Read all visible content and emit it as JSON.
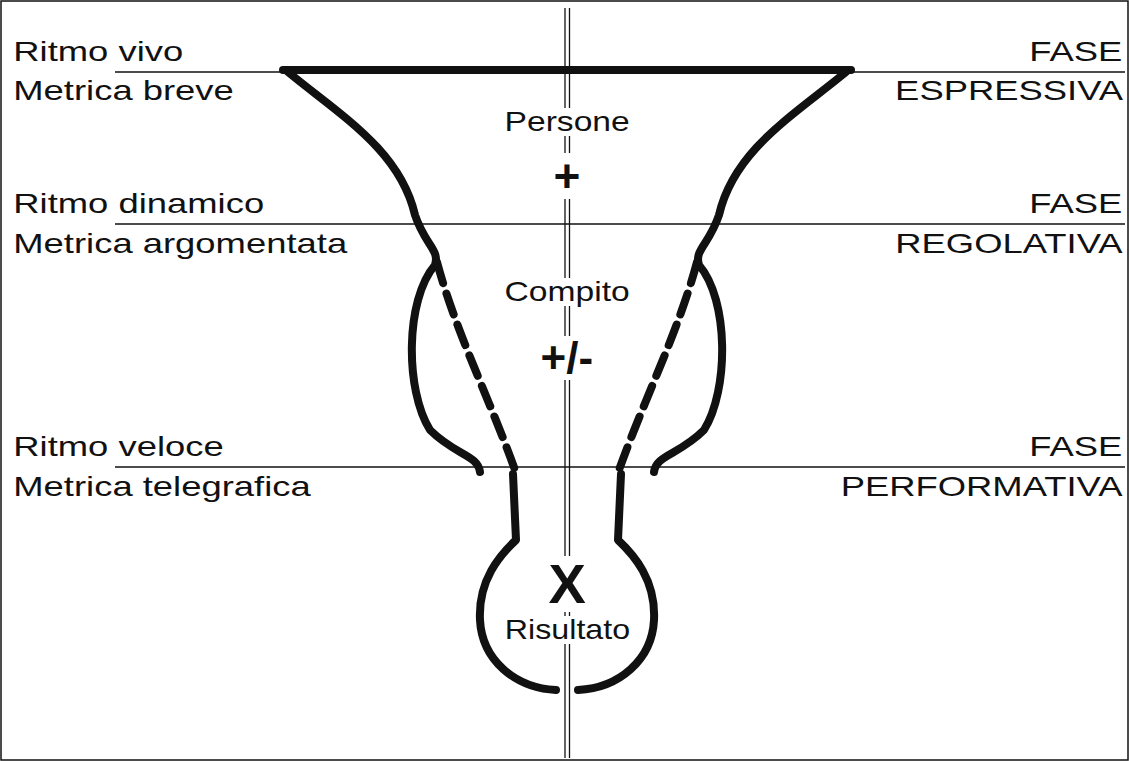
{
  "diagram": {
    "nodes": [
      {
        "text": [
          "Persone",
          "+",
          "Compito",
          "+/-",
          "X",
          "Risultato"
        ]
      }
    ],
    "labels": [
      "Ritmo vivo",
      "Metrica breve",
      "Ritmo dinamico",
      "Metrica argomentata",
      "Ritmo veloce",
      "Metrica telegrafica",
      "FASE",
      "ESPRESSIVA",
      "FASE",
      "REGOLATIVA",
      "FASE",
      "PERFORMATIVA"
    ]
  }
}
